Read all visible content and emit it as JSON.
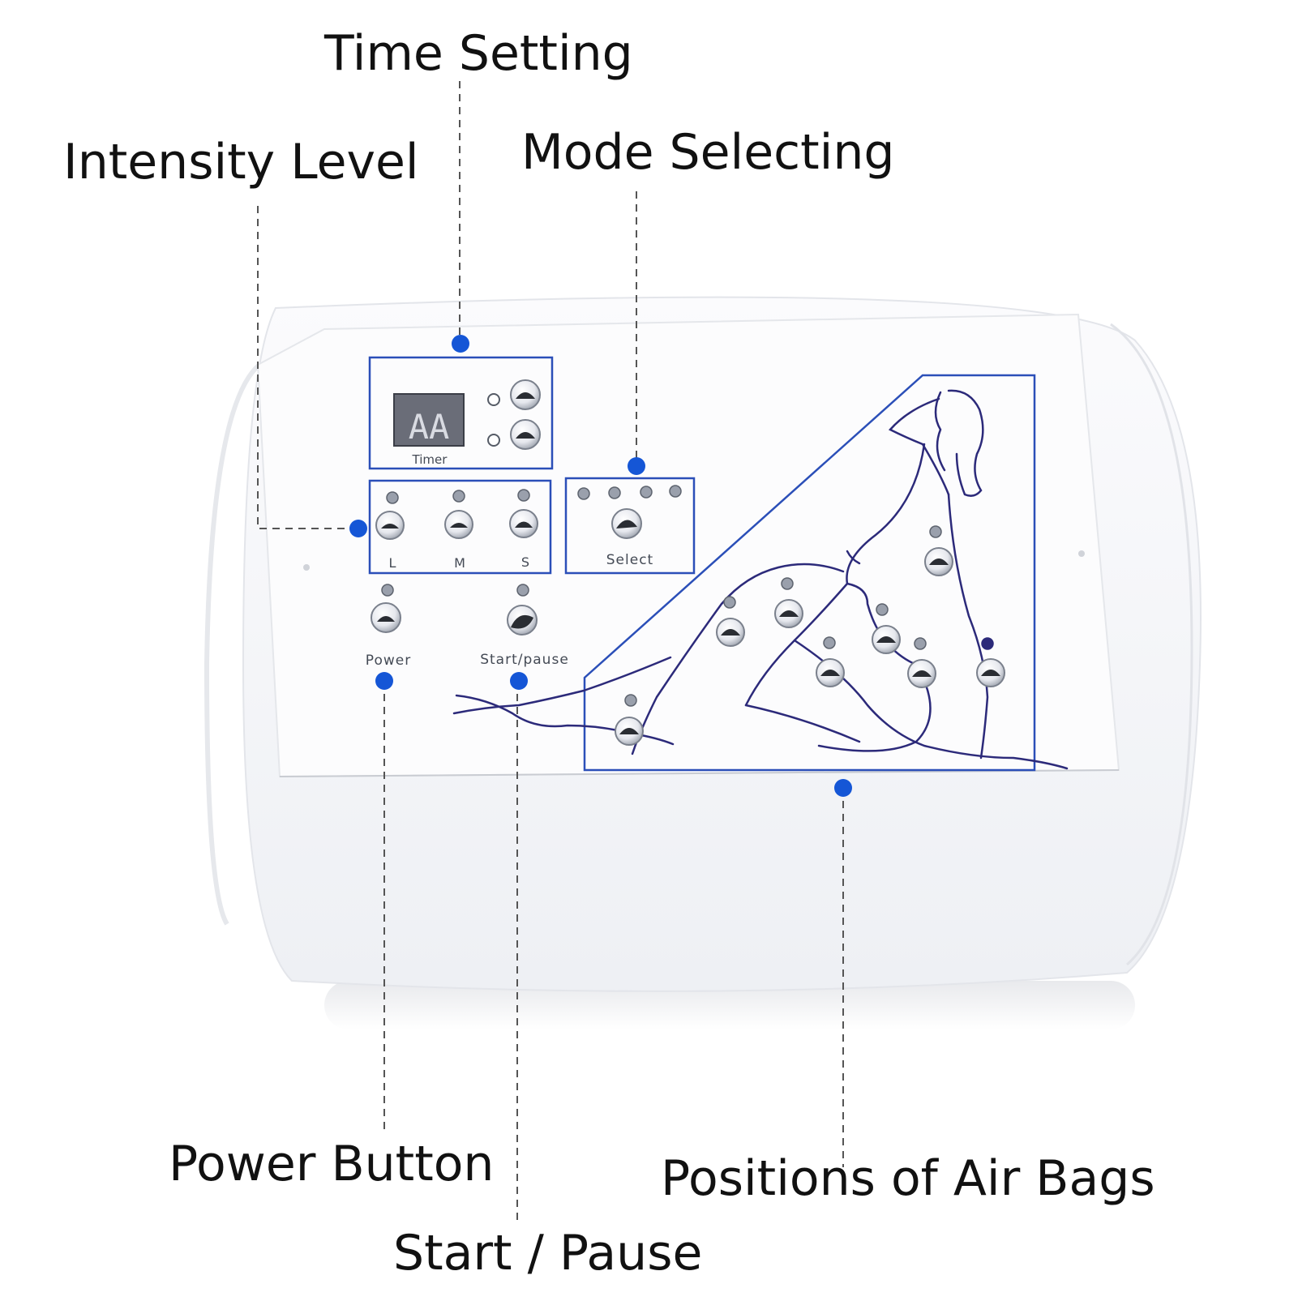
{
  "callouts": {
    "time_setting": "Time Setting",
    "intensity_level": "Intensity Level",
    "mode_selecting": "Mode Selecting",
    "power_button": "Power Button",
    "start_pause": "Start / Pause",
    "air_bags": "Positions of Air Bags"
  },
  "panel": {
    "display_value": "AA",
    "timer_label": "Timer",
    "intensity_labels": [
      "L",
      "M",
      "S"
    ],
    "select_label": "Select",
    "power_label": "Power",
    "start_label": "Start/pause"
  },
  "colors": {
    "accent_dot": "#1556d6",
    "panel_border": "#2b4fb8",
    "figure_stroke": "#2c2a7a",
    "leader_line": "#555555"
  },
  "icons": [
    "knob-icon",
    "led-indicator-icon",
    "seated-figure-icon"
  ]
}
